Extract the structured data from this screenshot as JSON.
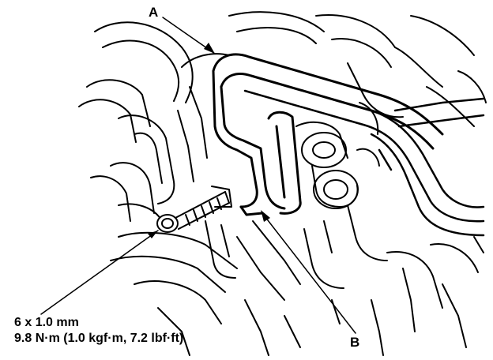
{
  "callouts": {
    "a": "A",
    "b": "B"
  },
  "fastener": {
    "size": "6 x 1.0 mm",
    "torque": "9.8 N·m (1.0 kgf·m, 7.2 lbf·ft)"
  },
  "colors": {
    "ink": "#000000",
    "paper": "#ffffff"
  }
}
